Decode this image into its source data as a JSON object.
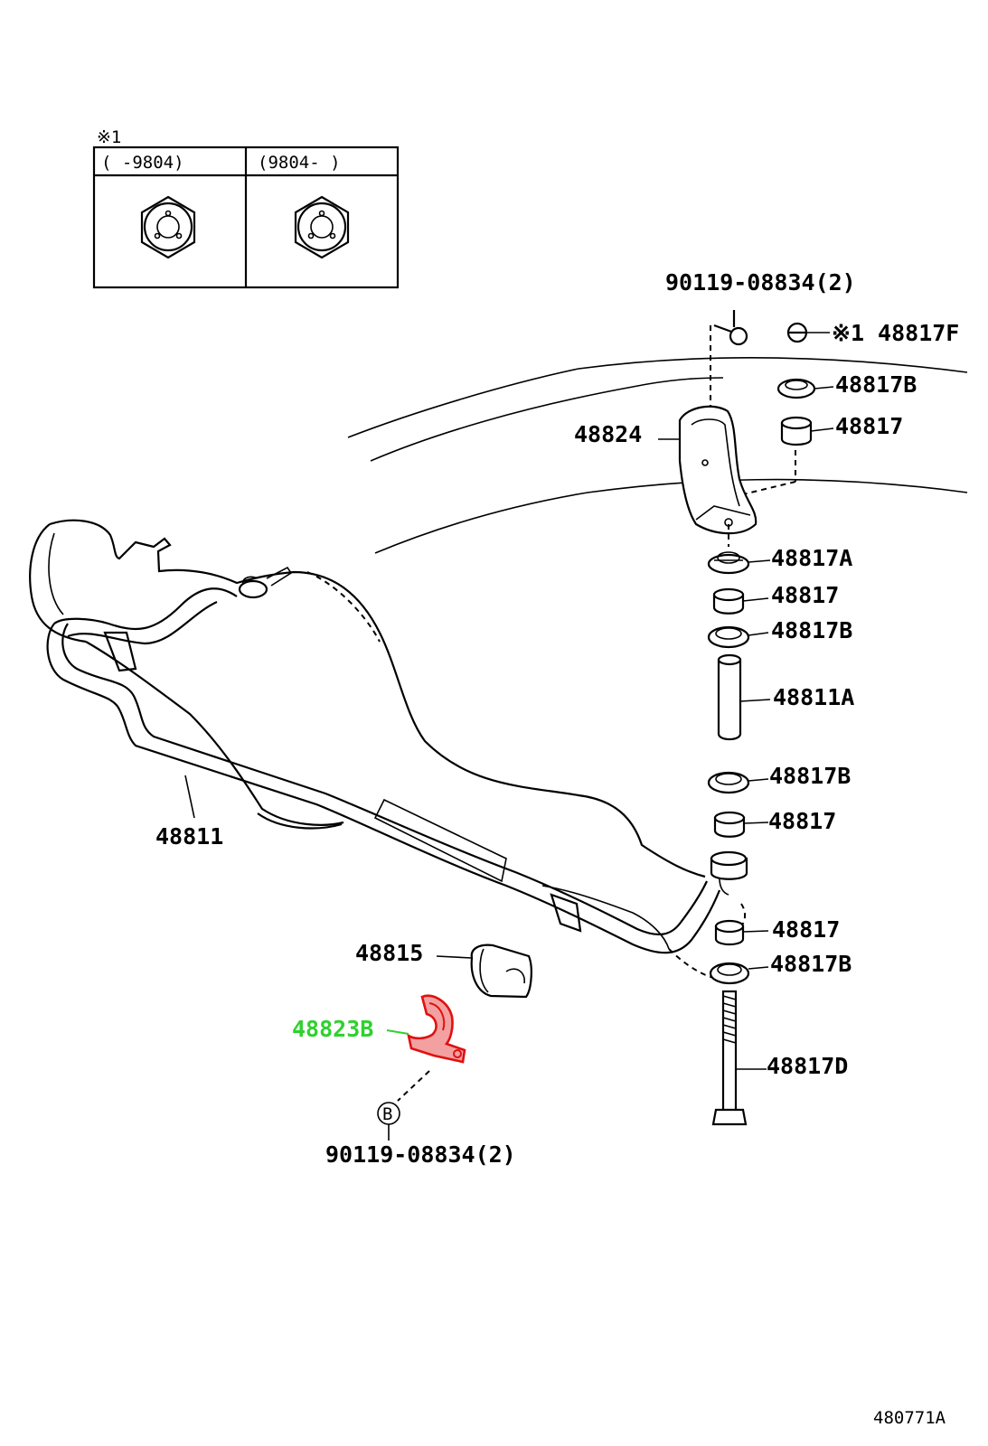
{
  "inset": {
    "mark": "※1",
    "col_left": "(      -9804)",
    "col_right": "(9804-     )"
  },
  "labels": {
    "bolt_top": "90119-08834(2)",
    "nut_top": "※1 48817F",
    "retainer_top": "48817B",
    "bushing_top": "48817",
    "bracket": "48824",
    "cushion_a": "48817A",
    "bushing_2": "48817",
    "retainer_2": "48817B",
    "collar": "48811A",
    "retainer_3": "48817B",
    "bushing_3": "48817",
    "stabilizer_bar": "48811",
    "bushing_4": "48817",
    "stabilizer_bushing": "48815",
    "retainer_4": "48817B",
    "bracket_highlight": "48823B",
    "link_bolt": "48817D",
    "callout_b": "B",
    "bolt_bottom": "90119-08834(2)",
    "diagram_id": "480771A"
  },
  "colors": {
    "highlight_label": "#2fd12f",
    "highlight_part": "#e01010"
  }
}
